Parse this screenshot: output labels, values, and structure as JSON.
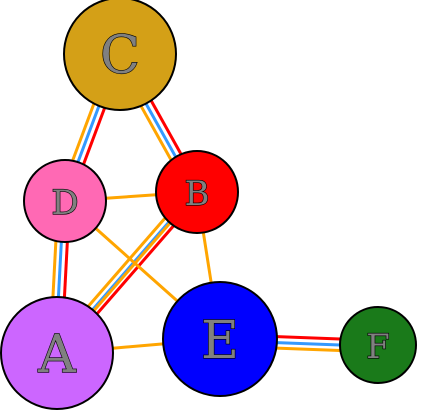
{
  "colors": {
    "edge_main": "#ffa500",
    "edge_triple_outer": "#ff0000",
    "edge_triple_middle": "#ffffff",
    "edge_triple_inner": "#3399ff",
    "node_stroke": "#000000",
    "label_fill": "#808080"
  },
  "nodes": [
    {
      "id": "C",
      "label": "C",
      "color": "#d4a017"
    },
    {
      "id": "D",
      "label": "D",
      "color": "#ff69b4"
    },
    {
      "id": "B",
      "label": "B",
      "color": "#ff0000"
    },
    {
      "id": "A",
      "label": "A",
      "color": "#cc66ff"
    },
    {
      "id": "E",
      "label": "E",
      "color": "#0000ff"
    },
    {
      "id": "F",
      "label": "F",
      "color": "#1a7a1a"
    }
  ],
  "edges": [
    {
      "source": "C",
      "target": "D",
      "style": "triple"
    },
    {
      "source": "C",
      "target": "B",
      "style": "triple"
    },
    {
      "source": "D",
      "target": "A",
      "style": "triple"
    },
    {
      "source": "B",
      "target": "A",
      "style": "triple"
    },
    {
      "source": "E",
      "target": "F",
      "style": "triple"
    },
    {
      "source": "D",
      "target": "B",
      "style": "single"
    },
    {
      "source": "D",
      "target": "E",
      "style": "single"
    },
    {
      "source": "B",
      "target": "E",
      "style": "single"
    },
    {
      "source": "A",
      "target": "E",
      "style": "single"
    },
    {
      "source": "A",
      "target": "B",
      "style": "single"
    }
  ]
}
